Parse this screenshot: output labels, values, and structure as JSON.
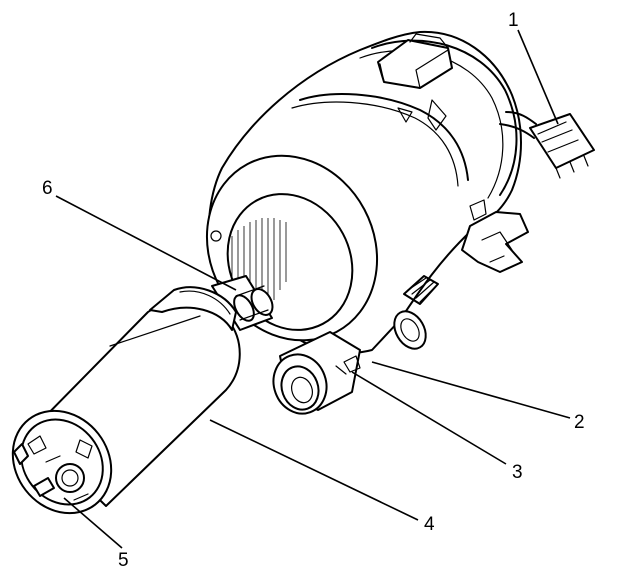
{
  "figure": {
    "callouts": [
      {
        "id": "1",
        "label": "1"
      },
      {
        "id": "2",
        "label": "2"
      },
      {
        "id": "3",
        "label": "3"
      },
      {
        "id": "4",
        "label": "4"
      },
      {
        "id": "5",
        "label": "5"
      },
      {
        "id": "6",
        "label": "6"
      }
    ]
  }
}
